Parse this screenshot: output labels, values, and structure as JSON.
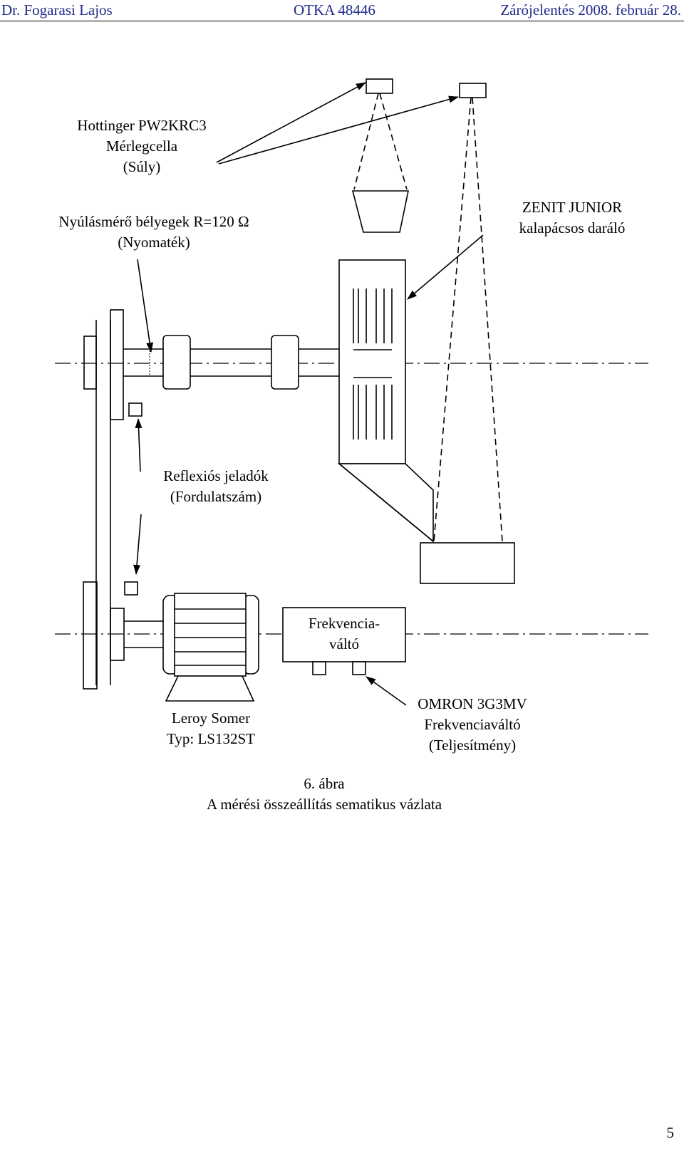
{
  "header": {
    "author": "Dr. Fogarasi Lajos",
    "project": "OTKA 48446",
    "report": "Zárójelentés 2008. február 28."
  },
  "labels": {
    "load_cell": [
      "Hottinger PW2KRC3",
      "Mérlegcella",
      "(Súly)"
    ],
    "strain_gauge": [
      "Nyúlásmérő bélyegek R=120 Ω",
      "(Nyomaték)"
    ],
    "mill": [
      "ZENIT JUNIOR",
      "kalapácsos daráló"
    ],
    "sensors": [
      "Reflexiós jeladók",
      "(Fordulatszám)"
    ],
    "inverter_box": [
      "Frekvencia-",
      "váltó"
    ],
    "motor": [
      "Leroy Somer",
      "Typ: LS132ST"
    ],
    "inverter": [
      "OMRON 3G3MV",
      "Frekvenciaváltó",
      "(Teljesítmény)"
    ]
  },
  "caption": {
    "number": "6. ábra",
    "title": "A mérési összeállítás sematikus vázlata"
  },
  "page_number": "5"
}
